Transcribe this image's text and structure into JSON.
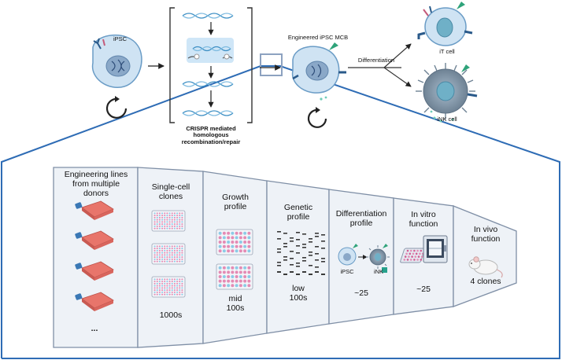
{
  "top": {
    "ipsc_label": "iPSC",
    "crispr_caption_line1": "CRISPR mediated",
    "crispr_caption_line2": "homologous",
    "crispr_caption_line3": "recombination/repair",
    "mcb_label": "Engineered iPSC MCB",
    "differentiation_label": "Differentiation",
    "it_cell_label": "iT cell",
    "ink_cell_label": "iNK cell"
  },
  "funnel": {
    "stages": [
      {
        "title_lines": [
          "Engineering lines",
          "from multiple",
          "donors"
        ],
        "count": "..."
      },
      {
        "title_lines": [
          "Single-cell",
          "clones"
        ],
        "count": "1000s"
      },
      {
        "title_lines": [
          "Growth",
          "profile"
        ],
        "count_lines": [
          "mid",
          "100s"
        ]
      },
      {
        "title_lines": [
          "Genetic",
          "profile"
        ],
        "count_lines": [
          "low",
          "100s"
        ]
      },
      {
        "title_lines": [
          "Differentiation",
          "profile"
        ],
        "count": "~25",
        "mini_left": "iPSC",
        "mini_right": "iNK"
      },
      {
        "title_lines": [
          "In vitro",
          "function"
        ],
        "count": "~25"
      },
      {
        "title_lines": [
          "In vivo",
          "function"
        ],
        "count": "4 clones"
      }
    ]
  },
  "colors": {
    "cell_fill": "#cfe3f3",
    "cell_stroke": "#6a9cc6",
    "funnel_stroke": "#7f8fa6",
    "funnel_fill": "#eef2f7",
    "outer_frame": "#2e6cb5",
    "flask_red": "#e8756b",
    "plate_pink": "#e48bb4",
    "plate_blue": "#8ccbe6"
  }
}
